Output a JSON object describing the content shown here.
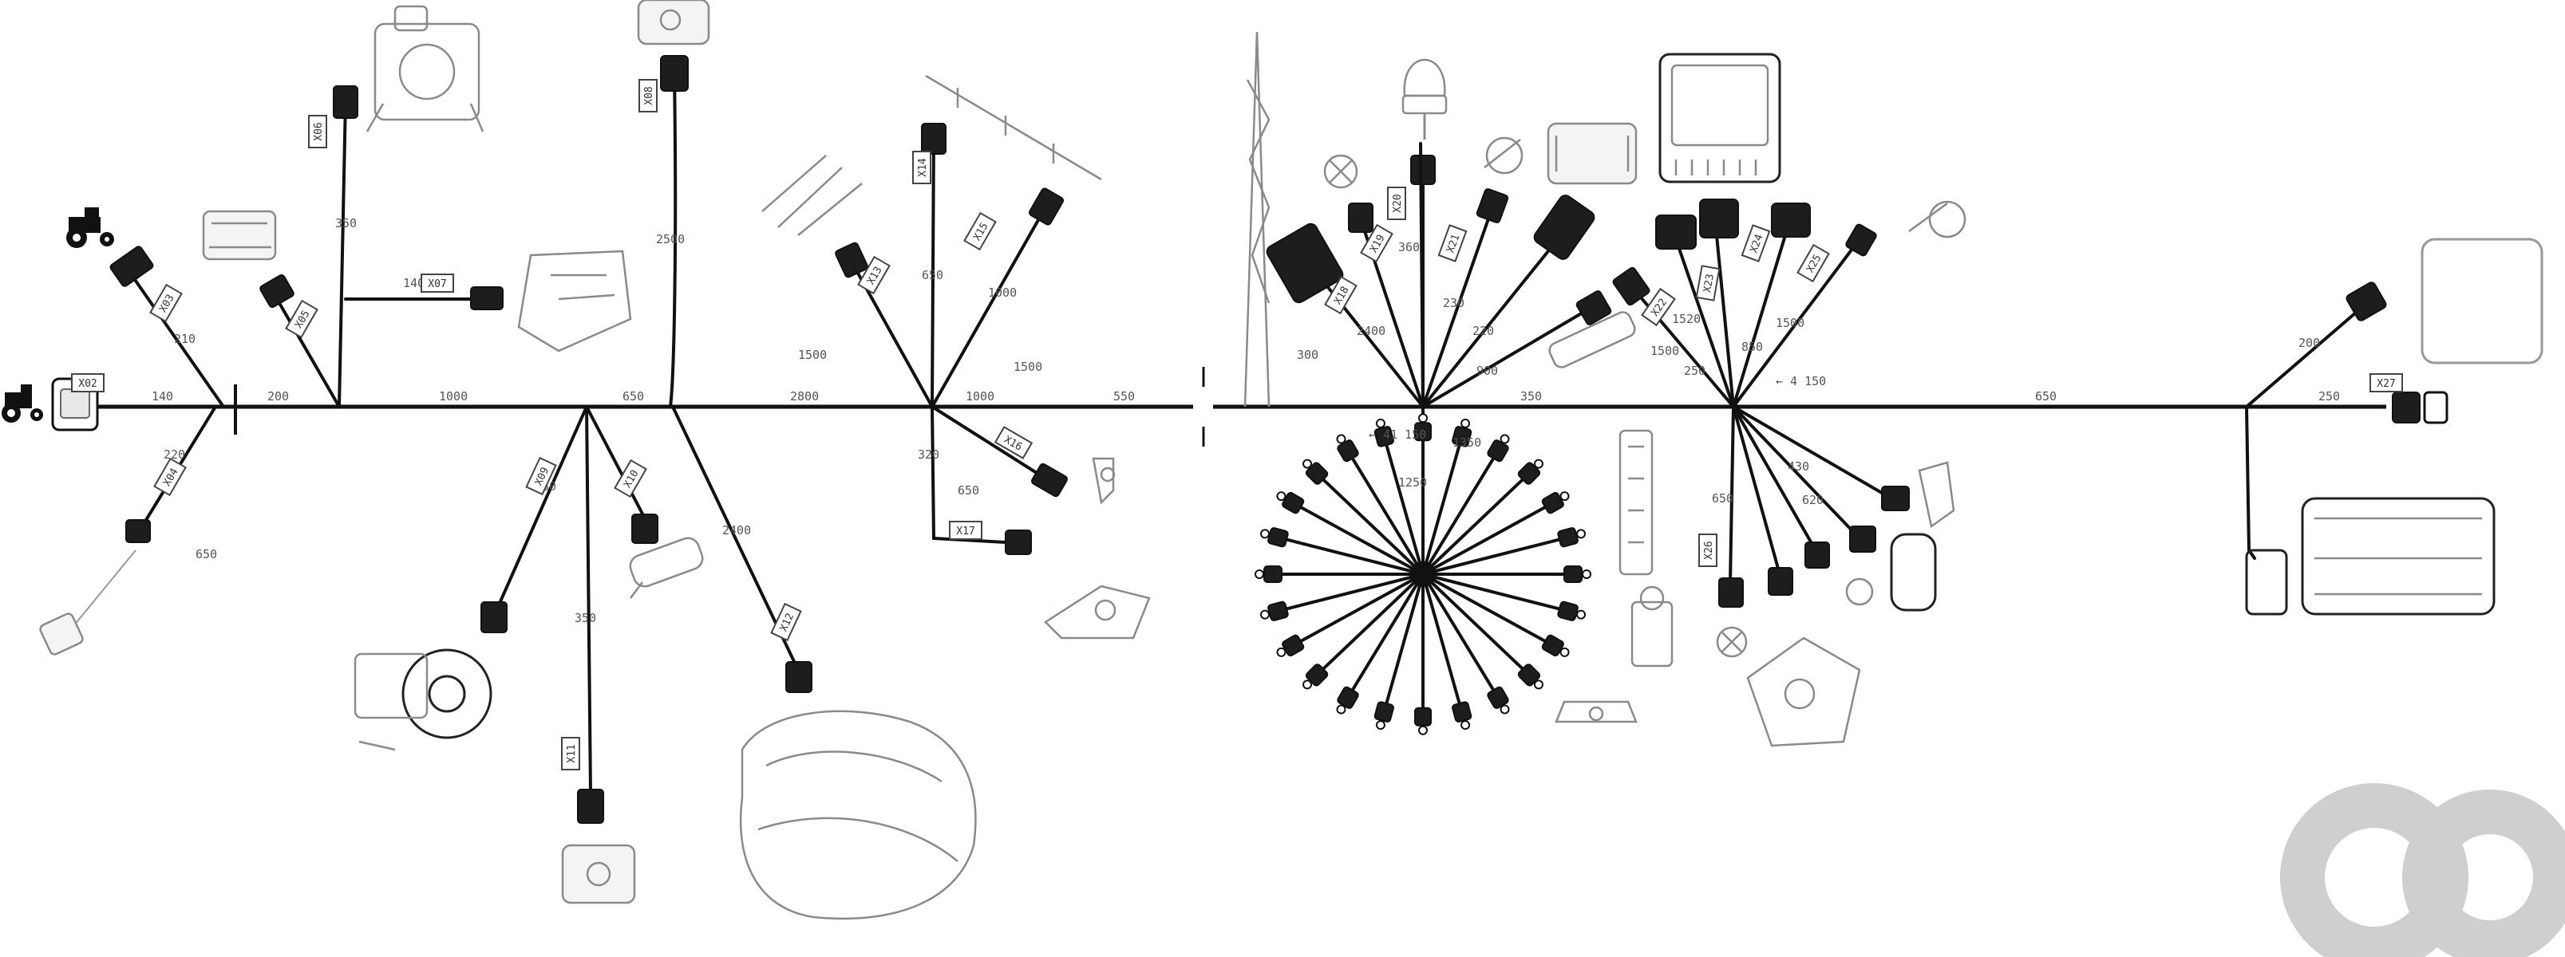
{
  "labels": {
    "t1": "140",
    "t2": "200",
    "t3": "1000",
    "t4": "650",
    "t5": "2800",
    "t6": "1000",
    "t7": "550",
    "t8": "350",
    "t9": "650",
    "t10": "250",
    "t11": "1400",
    "t12": "350",
    "t13": "650",
    "b1": "320",
    "b2": "210",
    "b3": "220",
    "b4": "550",
    "b5": "350",
    "b6": "2400",
    "b7": "2500",
    "b8": "1000",
    "b9": "1250",
    "b10": "2400",
    "b11": "360",
    "b12": "230",
    "b13": "220",
    "b14": "650",
    "b15": "430",
    "b16": "620",
    "b17": "1520",
    "b18": "1500",
    "b19": "200",
    "r1": "300",
    "r2": "1500",
    "r3": "250",
    "r4": "1500",
    "r5": "1500",
    "r6": "850",
    "r7": "650",
    "r8": "650",
    "r9": "900",
    "r10": "1350",
    "note1": "← 41 150",
    "note2": "← 4 150"
  },
  "tags": {
    "a": "X02",
    "b": "X03",
    "c": "X04",
    "d": "X05",
    "e": "X06",
    "f": "X07",
    "g": "X08",
    "h": "X09",
    "i": "X10",
    "j": "X11",
    "k": "X12",
    "l": "X13",
    "m": "X14",
    "n": "X15",
    "o": "X16",
    "p": "X17",
    "q": "X18",
    "r": "X19",
    "s": "X20",
    "t": "X21",
    "u": "X22",
    "v": "X23",
    "w": "X24",
    "x": "X25",
    "y": "X26",
    "z": "X27"
  },
  "colors": {
    "wire": "#111111",
    "component_line": "#8a8a8a",
    "watermark": "#cfcfcf",
    "background": "#ffffff"
  },
  "icons": {
    "tractor": "tractor-icon",
    "controller": "control-unit-icon",
    "watermark": "watermark-logo"
  }
}
